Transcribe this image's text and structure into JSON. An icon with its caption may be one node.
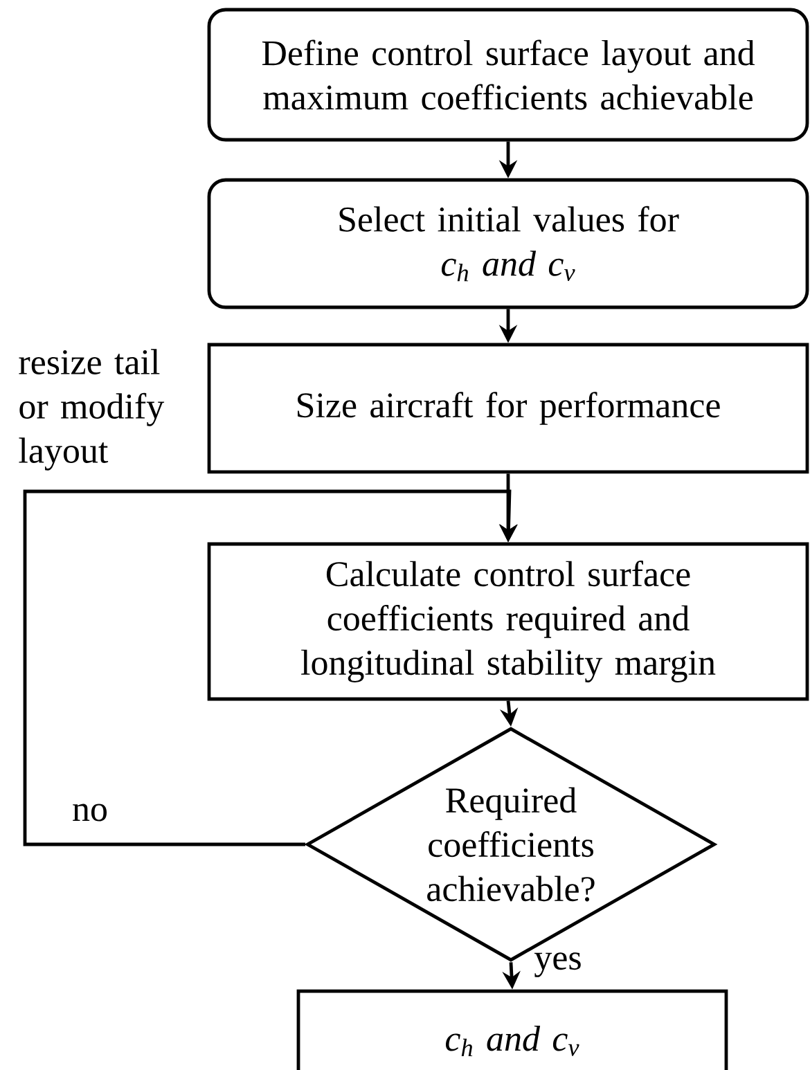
{
  "diagram": {
    "nodes": [
      {
        "text": [
          "Define control surface layout and maximum coefficients achievable"
        ]
      },
      {
        "text": [
          "Select initial values for",
          "c$_{h}$ and c$_{v}$"
        ]
      },
      {
        "text": [
          "Size aircraft for performance"
        ]
      },
      {
        "text": [
          "Calculate control surface coefficients required and longitudinal stability margin"
        ]
      },
      {
        "text": [
          "Required coefficients achievable?"
        ]
      },
      {
        "text": [
          "c$_{h}$ and c$_{v}$"
        ]
      }
    ],
    "edges": [
      {
        "from": 0,
        "to": 1,
        "arrow": "to"
      },
      {
        "from": 1,
        "to": 2,
        "arrow": "to"
      },
      {
        "from": 2,
        "to": 3,
        "arrow": "to"
      },
      {
        "from": 3,
        "to": 4,
        "arrow": "to"
      },
      {
        "from": 4,
        "to": 5,
        "arrow": "to",
        "label": "yes"
      },
      {
        "from": 4,
        "to": 3,
        "arrow": "to",
        "label": "no"
      }
    ],
    "labels": [
      "resize tail or modify layout"
    ]
  }
}
